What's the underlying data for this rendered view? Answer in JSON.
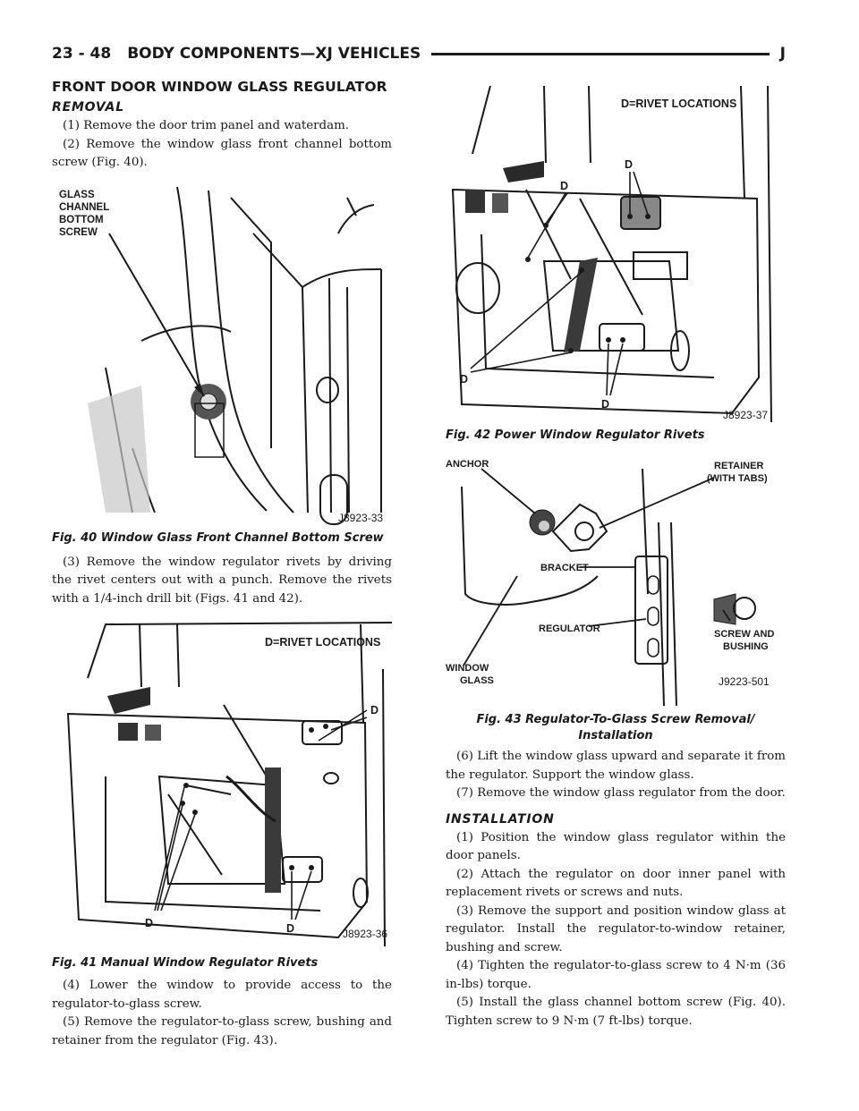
{
  "header": {
    "page_number": "23 - 48",
    "title": "BODY COMPONENTS—XJ VEHICLES",
    "edition_letter": "J"
  },
  "section_title": "FRONT DOOR WINDOW GLASS REGULATOR",
  "removal": {
    "heading": "REMOVAL",
    "steps_a": [
      "(1) Remove the door trim panel and waterdam.",
      "(2) Remove the window glass front channel bottom screw (Fig. 40)."
    ],
    "step_3": "(3) Remove the window regulator rivets by driving the rivet centers out with a punch. Remove the rivets with a 1/4-inch drill bit (Figs. 41 and 42).",
    "steps_b": [
      "(4) Lower the window to provide access to the regulator-to-glass screw.",
      "(5) Remove the regulator-to-glass screw, bushing and retainer from the regulator (Fig. 43)."
    ],
    "steps_c": [
      "(6) Lift the window glass upward and separate it from the regulator. Support the window glass.",
      "(7) Remove the window glass regulator from the door."
    ]
  },
  "installation": {
    "heading": "INSTALLATION",
    "steps": [
      "(1) Position the window glass regulator within the door panels.",
      "(2) Attach the regulator on door inner panel with replacement rivets or screws and nuts.",
      "(3) Remove the support and position window glass at regulator. Install the regulator-to-window retainer, bushing and screw.",
      "(4) Tighten the regulator-to-glass screw to 4 N·m (36 in-lbs) torque.",
      "(5) Install the glass channel bottom screw (Fig. 40). Tighten screw to 9 N·m (7 ft-lbs) torque."
    ]
  },
  "fig40": {
    "caption": "Fig. 40 Window Glass Front Channel Bottom Screw",
    "callout_lines": [
      "GLASS",
      "CHANNEL",
      "BOTTOM",
      "SCREW"
    ],
    "code": "J8923-33"
  },
  "fig41": {
    "caption": "Fig. 41 Manual Window Regulator Rivets",
    "legend": "D=RIVET LOCATIONS",
    "marker": "D",
    "code": "J8923-36"
  },
  "fig42": {
    "caption": "Fig. 42 Power Window Regulator Rivets",
    "legend": "D=RIVET LOCATIONS",
    "marker": "D",
    "code": "J8923-37"
  },
  "fig43": {
    "caption_line1": "Fig. 43 Regulator-To-Glass Screw Removal/",
    "caption_line2": "Installation",
    "labels": {
      "anchor": "ANCHOR",
      "retainer_1": "RETAINER",
      "retainer_2": "(WITH TABS)",
      "bracket": "BRACKET",
      "regulator": "REGULATOR",
      "window_1": "WINDOW",
      "window_2": "GLASS",
      "screw_1": "SCREW AND",
      "screw_2": "BUSHING"
    },
    "code": "J9223-501"
  }
}
